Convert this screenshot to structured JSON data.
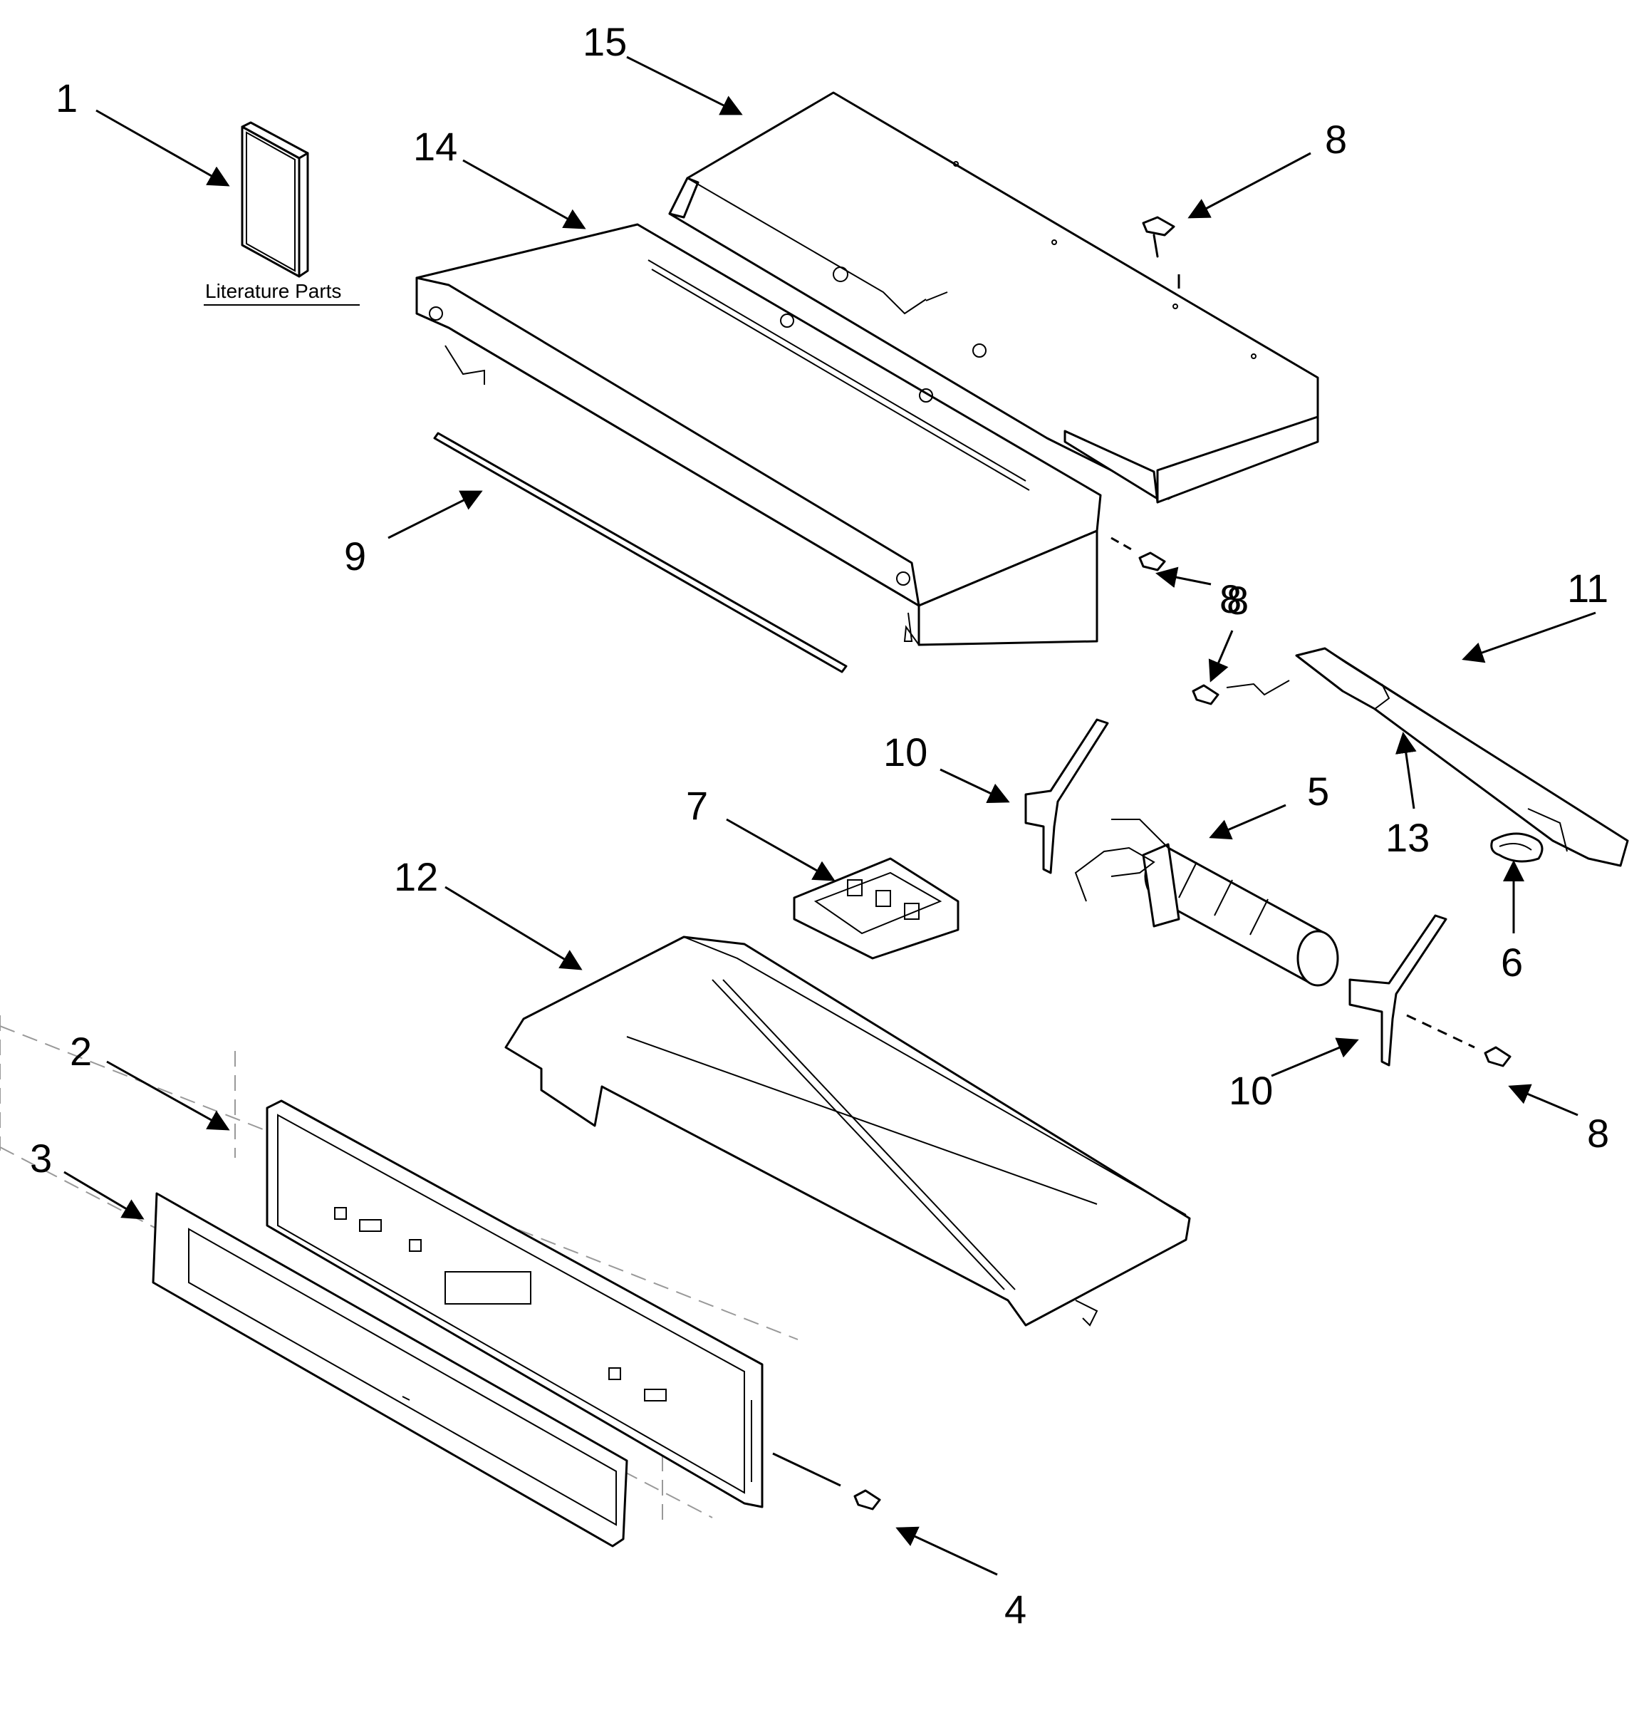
{
  "literature_label": "Literature Parts",
  "callouts": [
    {
      "id": "1",
      "label": "1"
    },
    {
      "id": "2",
      "label": "2"
    },
    {
      "id": "3",
      "label": "3"
    },
    {
      "id": "4",
      "label": "4"
    },
    {
      "id": "5",
      "label": "5"
    },
    {
      "id": "6",
      "label": "6"
    },
    {
      "id": "7",
      "label": "7"
    },
    {
      "id": "8a",
      "label": "8"
    },
    {
      "id": "8b",
      "label": "8"
    },
    {
      "id": "8c",
      "label": "8"
    },
    {
      "id": "8d",
      "label": "8"
    },
    {
      "id": "9",
      "label": "9"
    },
    {
      "id": "10a",
      "label": "10"
    },
    {
      "id": "10b",
      "label": "10"
    },
    {
      "id": "11",
      "label": "11"
    },
    {
      "id": "12",
      "label": "12"
    },
    {
      "id": "13",
      "label": "13"
    },
    {
      "id": "14",
      "label": "14"
    },
    {
      "id": "15",
      "label": "15"
    }
  ]
}
